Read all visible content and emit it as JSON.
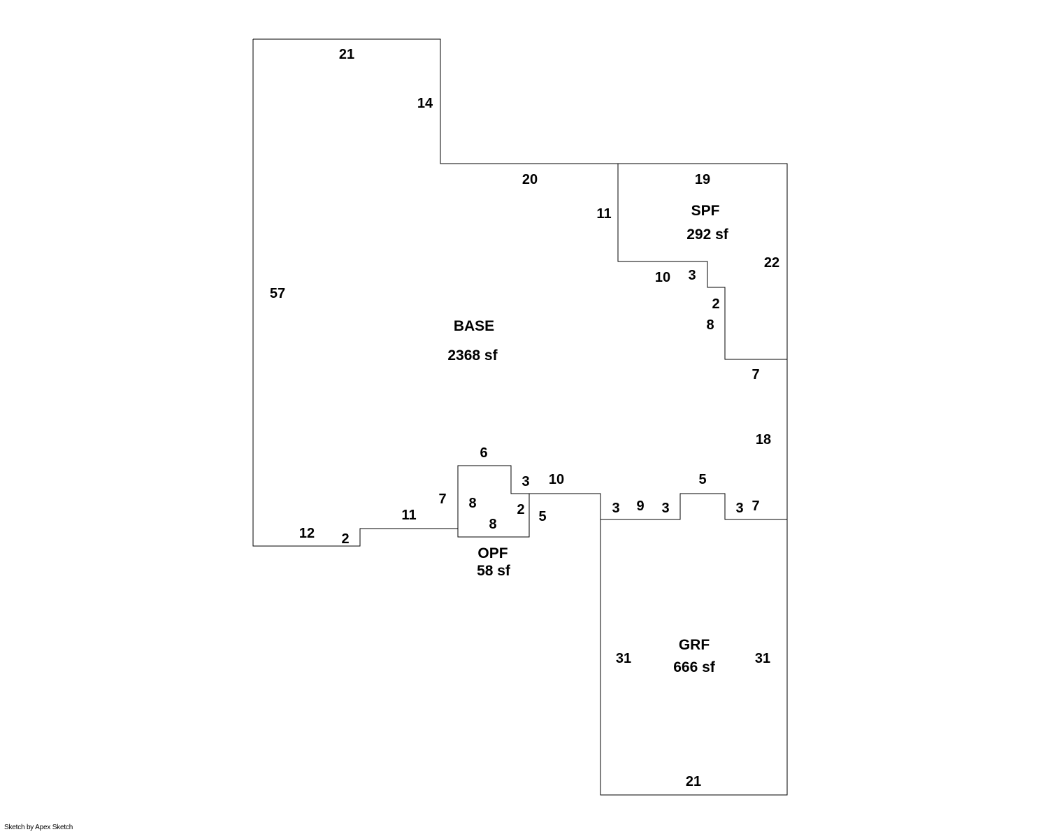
{
  "areas": {
    "base": {
      "code": "BASE",
      "size": "2368 sf"
    },
    "spf": {
      "code": "SPF",
      "size": "292 sf"
    },
    "opf": {
      "code": "OPF",
      "size": "58 sf"
    },
    "grf": {
      "code": "GRF",
      "size": "666 sf"
    }
  },
  "dimensions": {
    "base_top": "21",
    "base_notch_right": "14",
    "base_notch_bottom": "20",
    "base_left": "57",
    "base_bottom_left": "12",
    "base_step_down": "2",
    "base_bottom_mid": "11",
    "base_right_upper": "7",
    "base_right_mid": "18",
    "base_bottom_right": "10",
    "base_right_drop": "5",
    "spf_top": "19",
    "spf_left": "11",
    "spf_right": "22",
    "spf_step_a": "10",
    "spf_step_b": "3",
    "spf_step_c": "2",
    "spf_step_d": "8",
    "opf_top": "6",
    "opf_left_outer": "7",
    "opf_left_inner": "8",
    "opf_bottom": "8",
    "opf_right_upper": "3",
    "opf_right_lower": "2",
    "grf_top_a": "3",
    "grf_top_b": "9",
    "grf_top_c": "3",
    "grf_bump": "5",
    "grf_top_d": "3",
    "grf_top_e": "7",
    "grf_left": "31",
    "grf_right": "31",
    "grf_bottom": "21"
  },
  "footer": {
    "credit": "Sketch by Apex Sketch"
  }
}
